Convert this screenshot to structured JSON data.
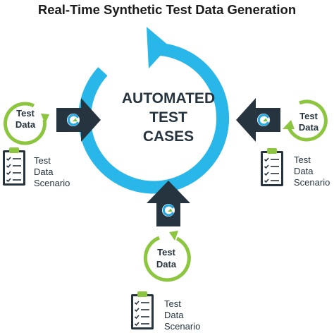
{
  "title": "Real-Time Synthetic Test Data Generation",
  "center": {
    "line1": "AUTOMATED",
    "line2": "TEST",
    "line3": "CASES"
  },
  "nodes": [
    {
      "cycle_line1": "Test",
      "cycle_line2": "Data",
      "scenario_line1": "Test",
      "scenario_line2": "Data",
      "scenario_line3": "Scenario"
    },
    {
      "cycle_line1": "Test",
      "cycle_line2": "Data",
      "scenario_line1": "Test",
      "scenario_line2": "Data",
      "scenario_line3": "Scenario"
    },
    {
      "cycle_line1": "Test",
      "cycle_line2": "Data",
      "scenario_line1": "Test",
      "scenario_line2": "Data",
      "scenario_line3": "Scenario"
    }
  ],
  "colors": {
    "ring": "#29b6e8",
    "green": "#8cc63f",
    "dark": "#263440",
    "logo_blue": "#2aa7df",
    "logo_green": "#7cc242"
  },
  "icons": {
    "input_arrow": "chevron-arrow-icon",
    "logo": "g-logo-icon",
    "clipboard": "clipboard-checklist-icon",
    "cycle": "circular-arrow-icon"
  }
}
